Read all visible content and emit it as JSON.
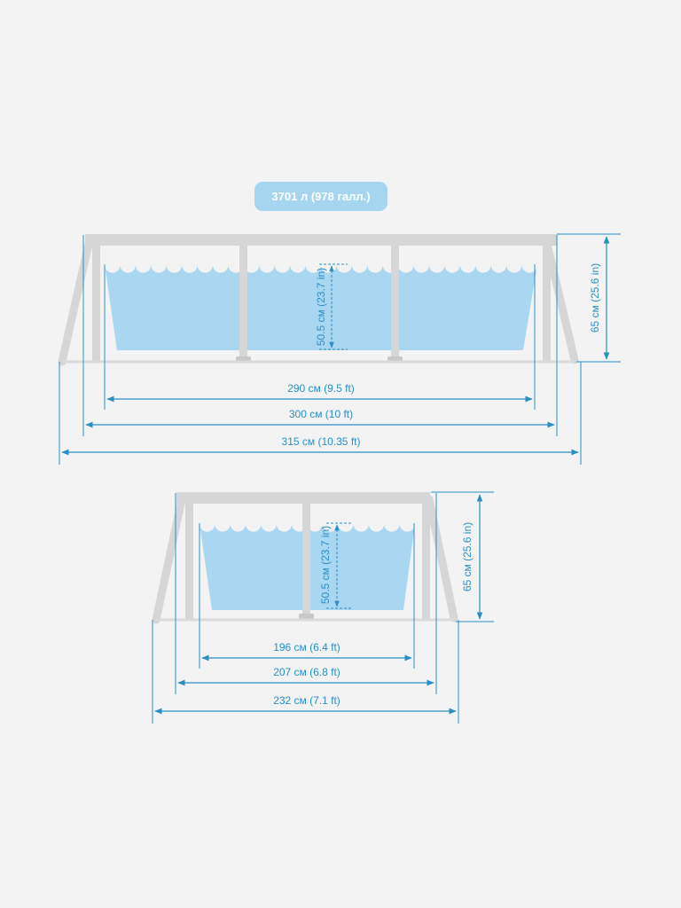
{
  "colors": {
    "background": "#f3f3f3",
    "frame": "#d6d6d6",
    "frame_edge": "#c8c8c8",
    "water": "#a9d6f0",
    "dimension": "#2a8fc4",
    "badge": "#a6d5ef",
    "badge_text": "#ffffff"
  },
  "volume_badge": "3701 л (978 галл.)",
  "large_pool": {
    "water_depth": "50.5 см (23.7 in)",
    "height": "65 см (25.6 in)",
    "inner_width": "290 см (9.5 ft)",
    "frame_width": "300 см (10 ft)",
    "outer_width": "315 см (10.35 ft)"
  },
  "small_pool": {
    "water_depth": "50.5 см (23.7 in)",
    "height": "65 см (25.6 in)",
    "inner_width": "196 см (6.4 ft)",
    "frame_width": "207 см (6.8 ft)",
    "outer_width": "232 см (7.1 ft)"
  }
}
